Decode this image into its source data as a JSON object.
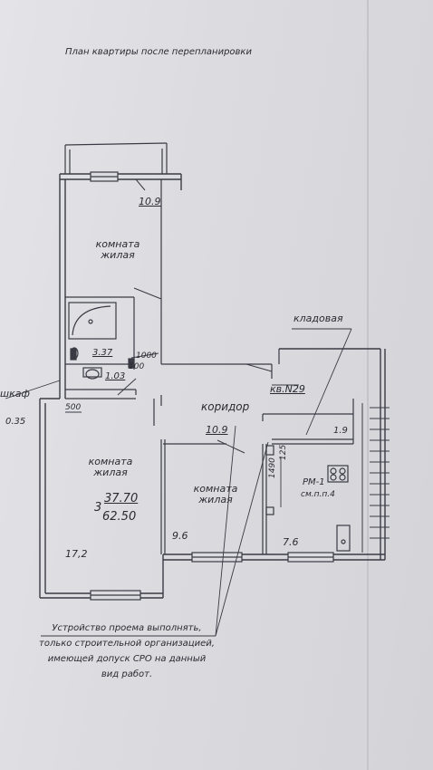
{
  "title": "План квартиры после перепланировки",
  "apartment": "кв.N29",
  "labels": {
    "room_top": [
      "комната",
      "жилая"
    ],
    "room_left": [
      "комната",
      "жилая"
    ],
    "room_center": [
      "комната",
      "жилая"
    ],
    "corridor": "коридор",
    "storage": "кладовая",
    "closet": "шкаф",
    "kitchen_stove": "РМ-1",
    "kitchen_ref": "см.п.п.4"
  },
  "areas": {
    "room_top": "10.9",
    "bath": "3.37",
    "toilet": "1.03",
    "closet": "0.35",
    "corridor": "10.9",
    "storage": "1.9",
    "room_left": "17,2",
    "room_center": "9.6",
    "kitchen": "7.6",
    "rooms_count": "3",
    "living_total": "37.70",
    "total": "62.50"
  },
  "dimensions": {
    "d1000": "1000",
    "d100": "100",
    "d500": "500",
    "d1490": "1490",
    "d125": "125"
  },
  "note": [
    "Устройство проема выполнять,",
    "только строительной организацией,",
    "имеющей допуск СРО  на данный",
    "вид работ."
  ]
}
